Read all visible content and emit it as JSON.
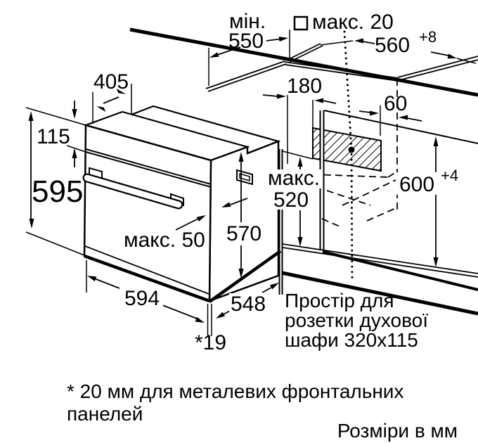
{
  "diagram": {
    "title_hint": "oven installation dimensions drawing",
    "colors": {
      "line": "#000000",
      "background": "#ffffff"
    },
    "labels": {
      "min_label": "мін.",
      "min_value": "550",
      "max20": "макс. 20",
      "width560": "560",
      "width560_tol": "+8",
      "depth405": "405",
      "panel115": "115",
      "height595": "595",
      "offset180": "180",
      "offset60": "60",
      "max520_word": "макс.",
      "max520_value": "520",
      "niche600": "600",
      "niche600_tol": "+4",
      "door570": "570",
      "max50": "макс. 50",
      "width594": "594",
      "depth548": "548",
      "gap19": "*19",
      "socket_line1": "Простір для",
      "socket_line2": "розетки духової",
      "socket_line3": "шафи 320x115",
      "footnote_line1": "* 20 мм для металевих фронтальних",
      "footnote_line2": "панелей",
      "units": "Розміри в мм"
    }
  }
}
